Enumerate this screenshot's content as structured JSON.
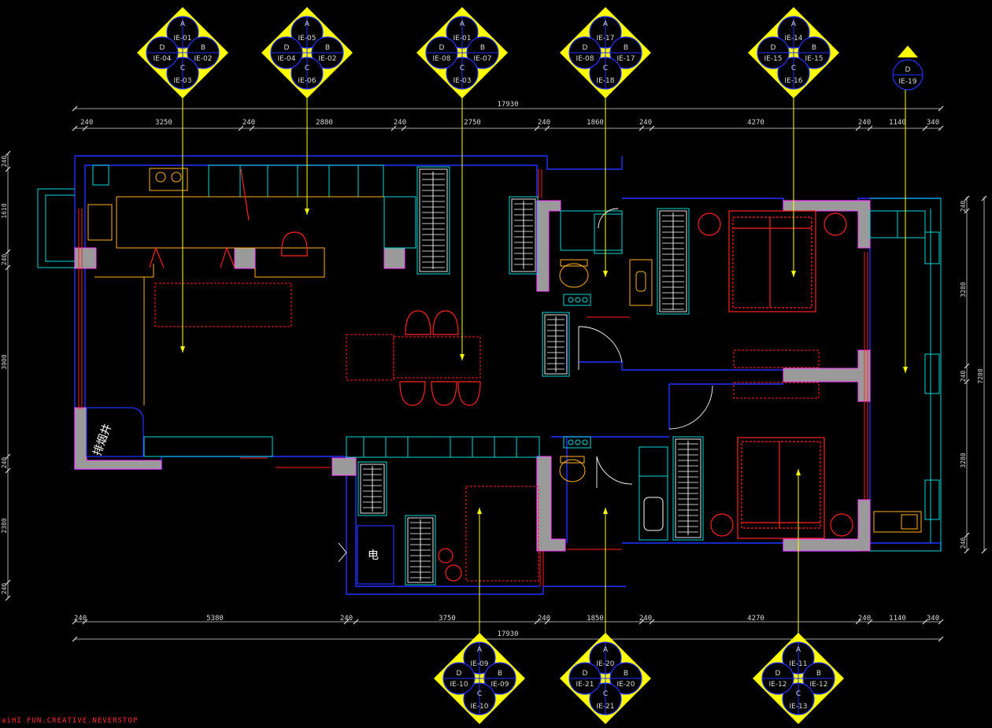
{
  "drawing": {
    "brand_text": "aiHI FUN.CREATIVE.NEVERSTOP",
    "colors": {
      "wall_blue": "#2430ff",
      "wall_fill": "#9a9a9a",
      "magenta": "#ff40ff",
      "cyan": "#00d8d8",
      "red": "#ff2020",
      "yellow": "#ffff00",
      "dim": "#d9d9d9"
    },
    "rooms": {
      "shaft_label": "排烟井",
      "electric_label": "电"
    }
  },
  "dimensions": {
    "top_total": "17930",
    "top": [
      "240",
      "3250",
      "240",
      "2880",
      "240",
      "2750",
      "240",
      "1860",
      "240",
      "4270",
      "240",
      "1140",
      "340"
    ],
    "bottom_total": "17930",
    "bottom": [
      "240",
      "5380",
      "240",
      "3750",
      "240",
      "1850",
      "240",
      "4270",
      "240",
      "1140",
      "340"
    ],
    "left": [
      "240",
      "1610",
      "240",
      "3900",
      "240",
      "2380",
      "240"
    ],
    "right": [
      "240",
      "3280",
      "240",
      "3280",
      "240"
    ],
    "right_total": "7280"
  },
  "elevation_tags": [
    {
      "id": "tag-top-1",
      "A": "A",
      "B": "B",
      "C": "C",
      "D": "D",
      "a": "IE-01",
      "b": "IE-02",
      "c": "IE-03",
      "d": "IE-04"
    },
    {
      "id": "tag-top-2",
      "A": "A",
      "B": "B",
      "C": "C",
      "D": "D",
      "a": "IE-05",
      "b": "IE-02",
      "c": "IE-06",
      "d": "IE-04"
    },
    {
      "id": "tag-top-3",
      "A": "A",
      "B": "B",
      "C": "C",
      "D": "D",
      "a": "IE-01",
      "b": "IE-07",
      "c": "IE-03",
      "d": "IE-08"
    },
    {
      "id": "tag-top-4",
      "A": "A",
      "B": "B",
      "C": "C",
      "D": "D",
      "a": "IE-17",
      "b": "IE-17",
      "c": "IE-18",
      "d": "IE-08"
    },
    {
      "id": "tag-top-5",
      "A": "A",
      "B": "B",
      "C": "C",
      "D": "D",
      "a": "IE-14",
      "b": "IE-15",
      "c": "IE-16",
      "d": "IE-15"
    },
    {
      "id": "tag-bot-1",
      "A": "A",
      "B": "B",
      "C": "C",
      "D": "D",
      "a": "IE-09",
      "b": "IE-09",
      "c": "IE-10",
      "d": "IE-10"
    },
    {
      "id": "tag-bot-2",
      "A": "A",
      "B": "B",
      "C": "C",
      "D": "D",
      "a": "IE-20",
      "b": "IE-20",
      "c": "IE-21",
      "d": "IE-21"
    },
    {
      "id": "tag-bot-3",
      "A": "A",
      "B": "B",
      "C": "C",
      "D": "D",
      "a": "IE-11",
      "b": "IE-12",
      "c": "IE-13",
      "d": "IE-12"
    }
  ],
  "single_tag": {
    "D": "D",
    "d": "IE-19"
  }
}
